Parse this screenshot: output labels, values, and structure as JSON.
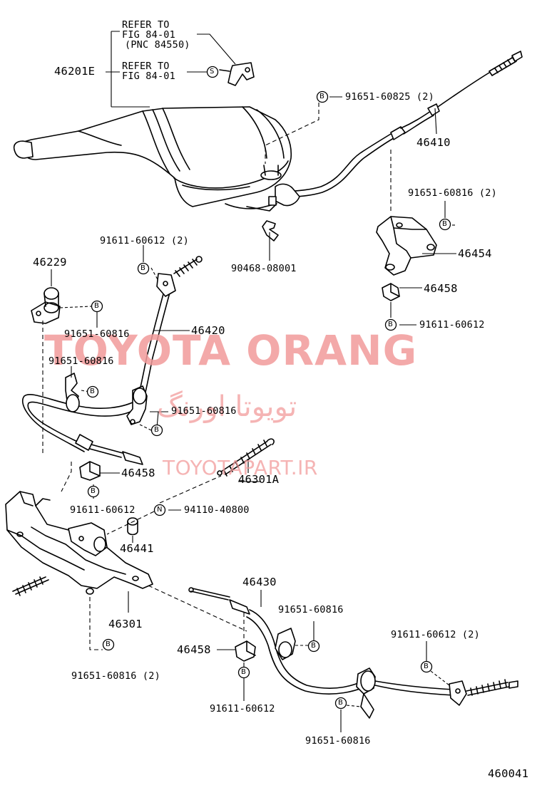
{
  "diagram_id": "460041",
  "watermark": {
    "main": "TOYOTA ORANG",
    "persian": "تویوتا اورنگ",
    "url": "TOYOTAPART.IR"
  },
  "refer_notes": {
    "top": [
      "REFER TO",
      "FIG 84-01",
      "(PNC 84550)"
    ],
    "second": [
      "REFER TO",
      "FIG 84-01"
    ]
  },
  "part_numbers": {
    "p46201E": "46201E",
    "b91651_60825": "91651-60825 (2)",
    "p46410": "46410",
    "b91651_60816_top": "91651-60816 (2)",
    "p46454": "46454",
    "p90468": "90468-08001",
    "b91611_60612_a": "91611-60612 (2)",
    "p46229": "46229",
    "b91651_60816_a": "91651-60816",
    "p46420": "46420",
    "p46458_a": "46458",
    "b91611_60612_b": "91611-60612",
    "b91651_60816_b": "91651-60816",
    "b91651_60816_c": "91651-60816",
    "p46301A": "46301A",
    "p46458_b": "46458",
    "b91611_60612_c": "91611-60612",
    "n94110": "94110-40800",
    "p46441": "46441",
    "p46430": "46430",
    "b91651_60816_d": "91651-60816",
    "p46301": "46301",
    "b91611_60612_d": "91611-60612 (2)",
    "p46458_c": "46458",
    "b91651_60816_e": "91651-60816 (2)",
    "b91611_60612_e": "91611-60612",
    "b91651_60816_f": "91651-60816"
  },
  "symbols": {
    "bolt": "B",
    "nut": "N",
    "screw": "S"
  }
}
